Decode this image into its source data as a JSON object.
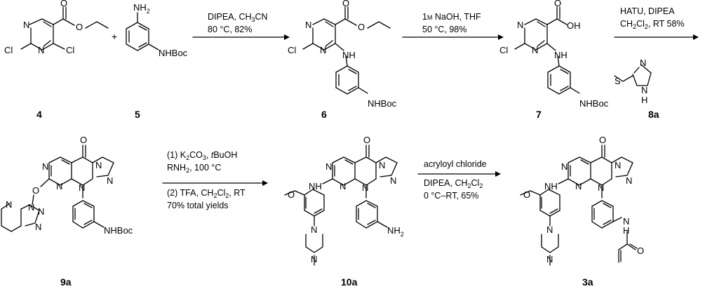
{
  "scheme": {
    "compounds": {
      "c4": "4",
      "c5": "5",
      "c6": "6",
      "c7": "7",
      "c8a": "8a",
      "c9a": "9a",
      "c10a": "10a",
      "c3a": "3a"
    },
    "atoms": {
      "cl": "Cl",
      "n": "N",
      "o": "O",
      "s": "S",
      "nh": "NH",
      "h": "H",
      "oh": "OH",
      "nh2": "NH",
      "sub2": "2",
      "nhboc": "NHBoc",
      "plus": "+"
    },
    "steps": {
      "s1": {
        "line1": "DIPEA, CH",
        "line1_sub": "3",
        "line1_end": "CN",
        "line2": "80 °C, 82%"
      },
      "s2": {
        "line1_a": "1",
        "line1_m": "M",
        "line1_b": " NaOH, THF",
        "line2": "50 °C, 98%"
      },
      "s3": {
        "line1": "HATU, DIPEA",
        "line2_a": "CH",
        "line2_sub1": "2",
        "line2_b": "Cl",
        "line2_sub2": "2",
        "line2_c": ", RT 58%"
      },
      "s4": {
        "l1_a": "(1) K",
        "l1_sub1": "2",
        "l1_b": "CO",
        "l1_sub2": "3",
        "l1_c": ", ",
        "l1_it": "t",
        "l1_d": "BuOH",
        "l2_a": "RNH",
        "l2_sub": "2",
        "l2_b": ", 100 °C",
        "l3_a": "(2) TFA, CH",
        "l3_sub1": "2",
        "l3_b": "Cl",
        "l3_sub2": "2",
        "l3_c": ", RT",
        "l4": "70% total yields"
      },
      "s5": {
        "line1": "acryloyl chloride",
        "l2_a": "DIPEA, CH",
        "l2_sub1": "2",
        "l2_b": "Cl",
        "l2_sub2": "2",
        "line3": "0 °C–RT, 65%"
      }
    }
  }
}
